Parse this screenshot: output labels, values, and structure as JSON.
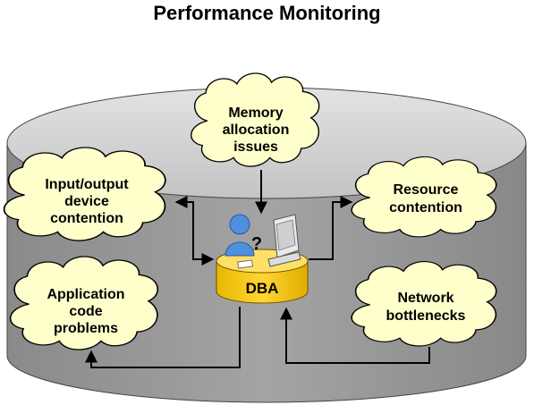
{
  "title": "Performance Monitoring",
  "center": {
    "label": "DBA",
    "person_mark": "?"
  },
  "nodes": {
    "memory": {
      "lines": [
        "Memory",
        "allocation",
        "issues"
      ]
    },
    "io": {
      "lines": [
        "Input/output",
        "device",
        "contention"
      ]
    },
    "resource": {
      "lines": [
        "Resource",
        "contention"
      ]
    },
    "application": {
      "lines": [
        "Application",
        "code",
        "problems"
      ]
    },
    "network": {
      "lines": [
        "Network",
        "bottlenecks"
      ]
    }
  },
  "colors": {
    "cloud_fill": "#ffffcc",
    "cylinder_top": "#d4d4d4",
    "cylinder_side": "#9a9a9a",
    "dba_disc": "#ffd11a",
    "person": "#4f8fe0"
  },
  "icons": [
    "cloud-shape",
    "person-icon",
    "question-icon",
    "computer-monitor-icon",
    "document-icon"
  ]
}
